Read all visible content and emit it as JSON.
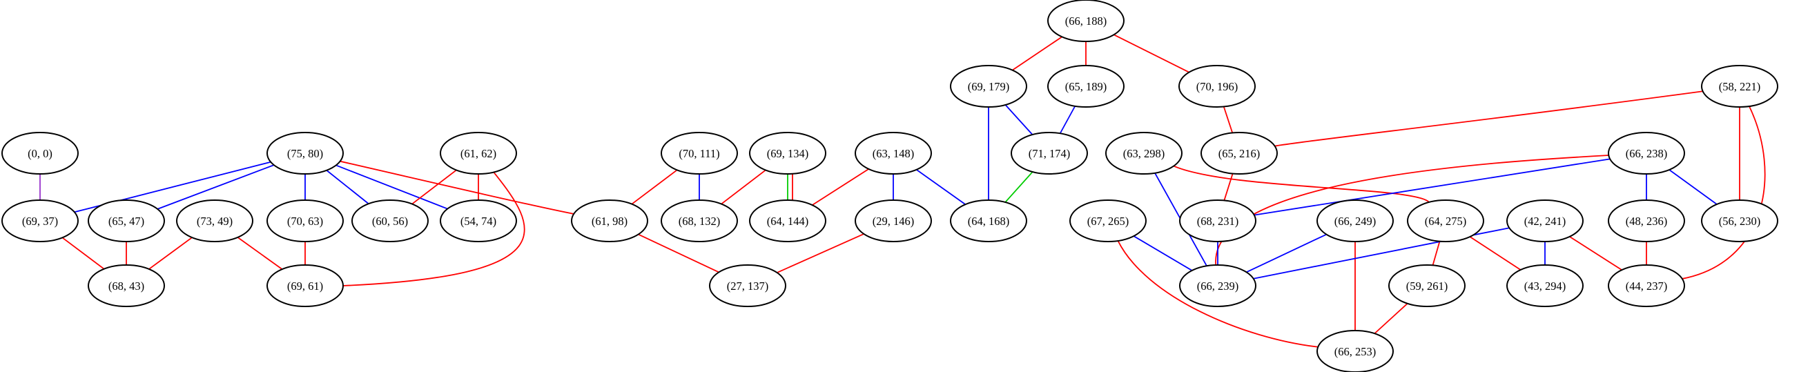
{
  "colors": {
    "red": "#ff0000",
    "blue": "#0000ff",
    "green": "#00cc00",
    "purple": "#9933cc"
  },
  "nodes": [
    {
      "id": "n0",
      "label": "(0, 0)"
    },
    {
      "id": "n1",
      "label": "(75, 80)"
    },
    {
      "id": "n2",
      "label": "(61, 62)"
    },
    {
      "id": "n3",
      "label": "(70, 111)"
    },
    {
      "id": "n4",
      "label": "(69, 134)"
    },
    {
      "id": "n5",
      "label": "(63, 148)"
    },
    {
      "id": "n6",
      "label": "(66, 188)"
    },
    {
      "id": "n7",
      "label": "(69, 179)"
    },
    {
      "id": "n8",
      "label": "(65, 189)"
    },
    {
      "id": "n9",
      "label": "(70, 196)"
    },
    {
      "id": "n10",
      "label": "(71, 174)"
    },
    {
      "id": "n11",
      "label": "(63, 298)"
    },
    {
      "id": "n12",
      "label": "(65, 216)"
    },
    {
      "id": "n13",
      "label": "(58, 221)"
    },
    {
      "id": "n14",
      "label": "(66, 238)"
    },
    {
      "id": "n15",
      "label": "(69, 37)"
    },
    {
      "id": "n16",
      "label": "(65, 47)"
    },
    {
      "id": "n17",
      "label": "(73, 49)"
    },
    {
      "id": "n18",
      "label": "(70, 63)"
    },
    {
      "id": "n19",
      "label": "(60, 56)"
    },
    {
      "id": "n20",
      "label": "(54, 74)"
    },
    {
      "id": "n21",
      "label": "(61, 98)"
    },
    {
      "id": "n22",
      "label": "(68, 132)"
    },
    {
      "id": "n23",
      "label": "(64, 144)"
    },
    {
      "id": "n24",
      "label": "(29, 146)"
    },
    {
      "id": "n25",
      "label": "(64, 168)"
    },
    {
      "id": "n26",
      "label": "(67, 265)"
    },
    {
      "id": "n27",
      "label": "(68, 231)"
    },
    {
      "id": "n28",
      "label": "(66, 249)"
    },
    {
      "id": "n29",
      "label": "(64, 275)"
    },
    {
      "id": "n30",
      "label": "(42, 241)"
    },
    {
      "id": "n31",
      "label": "(48, 236)"
    },
    {
      "id": "n32",
      "label": "(56, 230)"
    },
    {
      "id": "n33",
      "label": "(68, 43)"
    },
    {
      "id": "n34",
      "label": "(69, 61)"
    },
    {
      "id": "n35",
      "label": "(27, 137)"
    },
    {
      "id": "n36",
      "label": "(66, 239)"
    },
    {
      "id": "n37",
      "label": "(59, 261)"
    },
    {
      "id": "n38",
      "label": "(43, 294)"
    },
    {
      "id": "n39",
      "label": "(44, 237)"
    },
    {
      "id": "n40",
      "label": "(66, 253)"
    }
  ],
  "edges": [
    {
      "from": "n0",
      "to": "n15",
      "color": "purple"
    },
    {
      "from": "n1",
      "to": "n15",
      "color": "blue"
    },
    {
      "from": "n1",
      "to": "n16",
      "color": "blue"
    },
    {
      "from": "n1",
      "to": "n18",
      "color": "blue"
    },
    {
      "from": "n1",
      "to": "n19",
      "color": "blue"
    },
    {
      "from": "n1",
      "to": "n20",
      "color": "blue"
    },
    {
      "from": "n1",
      "to": "n21",
      "color": "red"
    },
    {
      "from": "n2",
      "to": "n19",
      "color": "red"
    },
    {
      "from": "n2",
      "to": "n20",
      "color": "red"
    },
    {
      "from": "n2",
      "to": "n34",
      "color": "red"
    },
    {
      "from": "n15",
      "to": "n33",
      "color": "red"
    },
    {
      "from": "n16",
      "to": "n33",
      "color": "red"
    },
    {
      "from": "n17",
      "to": "n33",
      "color": "red"
    },
    {
      "from": "n17",
      "to": "n34",
      "color": "red"
    },
    {
      "from": "n18",
      "to": "n34",
      "color": "red"
    },
    {
      "from": "n3",
      "to": "n21",
      "color": "red"
    },
    {
      "from": "n3",
      "to": "n22",
      "color": "blue"
    },
    {
      "from": "n4",
      "to": "n22",
      "color": "red"
    },
    {
      "from": "n4",
      "to": "n23",
      "color": "green"
    },
    {
      "from": "n4",
      "to": "n23",
      "color": "red"
    },
    {
      "from": "n5",
      "to": "n23",
      "color": "red"
    },
    {
      "from": "n5",
      "to": "n24",
      "color": "blue"
    },
    {
      "from": "n5",
      "to": "n25",
      "color": "blue"
    },
    {
      "from": "n21",
      "to": "n35",
      "color": "red"
    },
    {
      "from": "n24",
      "to": "n35",
      "color": "red"
    },
    {
      "from": "n6",
      "to": "n7",
      "color": "red"
    },
    {
      "from": "n6",
      "to": "n8",
      "color": "red"
    },
    {
      "from": "n6",
      "to": "n9",
      "color": "red"
    },
    {
      "from": "n7",
      "to": "n10",
      "color": "blue"
    },
    {
      "from": "n7",
      "to": "n25",
      "color": "blue"
    },
    {
      "from": "n8",
      "to": "n10",
      "color": "blue"
    },
    {
      "from": "n10",
      "to": "n25",
      "color": "green"
    },
    {
      "from": "n9",
      "to": "n12",
      "color": "red"
    },
    {
      "from": "n13",
      "to": "n12",
      "color": "red"
    },
    {
      "from": "n13",
      "to": "n32",
      "color": "red"
    },
    {
      "from": "n13",
      "to": "n39",
      "color": "red"
    },
    {
      "from": "n12",
      "to": "n27",
      "color": "red"
    },
    {
      "from": "n11",
      "to": "n36",
      "color": "blue"
    },
    {
      "from": "n11",
      "to": "n29",
      "color": "red"
    },
    {
      "from": "n14",
      "to": "n27",
      "color": "blue"
    },
    {
      "from": "n14",
      "to": "n36",
      "color": "red"
    },
    {
      "from": "n14",
      "to": "n31",
      "color": "blue"
    },
    {
      "from": "n14",
      "to": "n32",
      "color": "blue"
    },
    {
      "from": "n27",
      "to": "n36",
      "color": "blue"
    },
    {
      "from": "n26",
      "to": "n36",
      "color": "blue"
    },
    {
      "from": "n26",
      "to": "n40",
      "color": "red"
    },
    {
      "from": "n28",
      "to": "n36",
      "color": "blue"
    },
    {
      "from": "n28",
      "to": "n40",
      "color": "red"
    },
    {
      "from": "n29",
      "to": "n37",
      "color": "red"
    },
    {
      "from": "n29",
      "to": "n38",
      "color": "red"
    },
    {
      "from": "n30",
      "to": "n36",
      "color": "blue"
    },
    {
      "from": "n30",
      "to": "n38",
      "color": "blue"
    },
    {
      "from": "n30",
      "to": "n39",
      "color": "red"
    },
    {
      "from": "n31",
      "to": "n39",
      "color": "red"
    },
    {
      "from": "n37",
      "to": "n40",
      "color": "red"
    }
  ]
}
